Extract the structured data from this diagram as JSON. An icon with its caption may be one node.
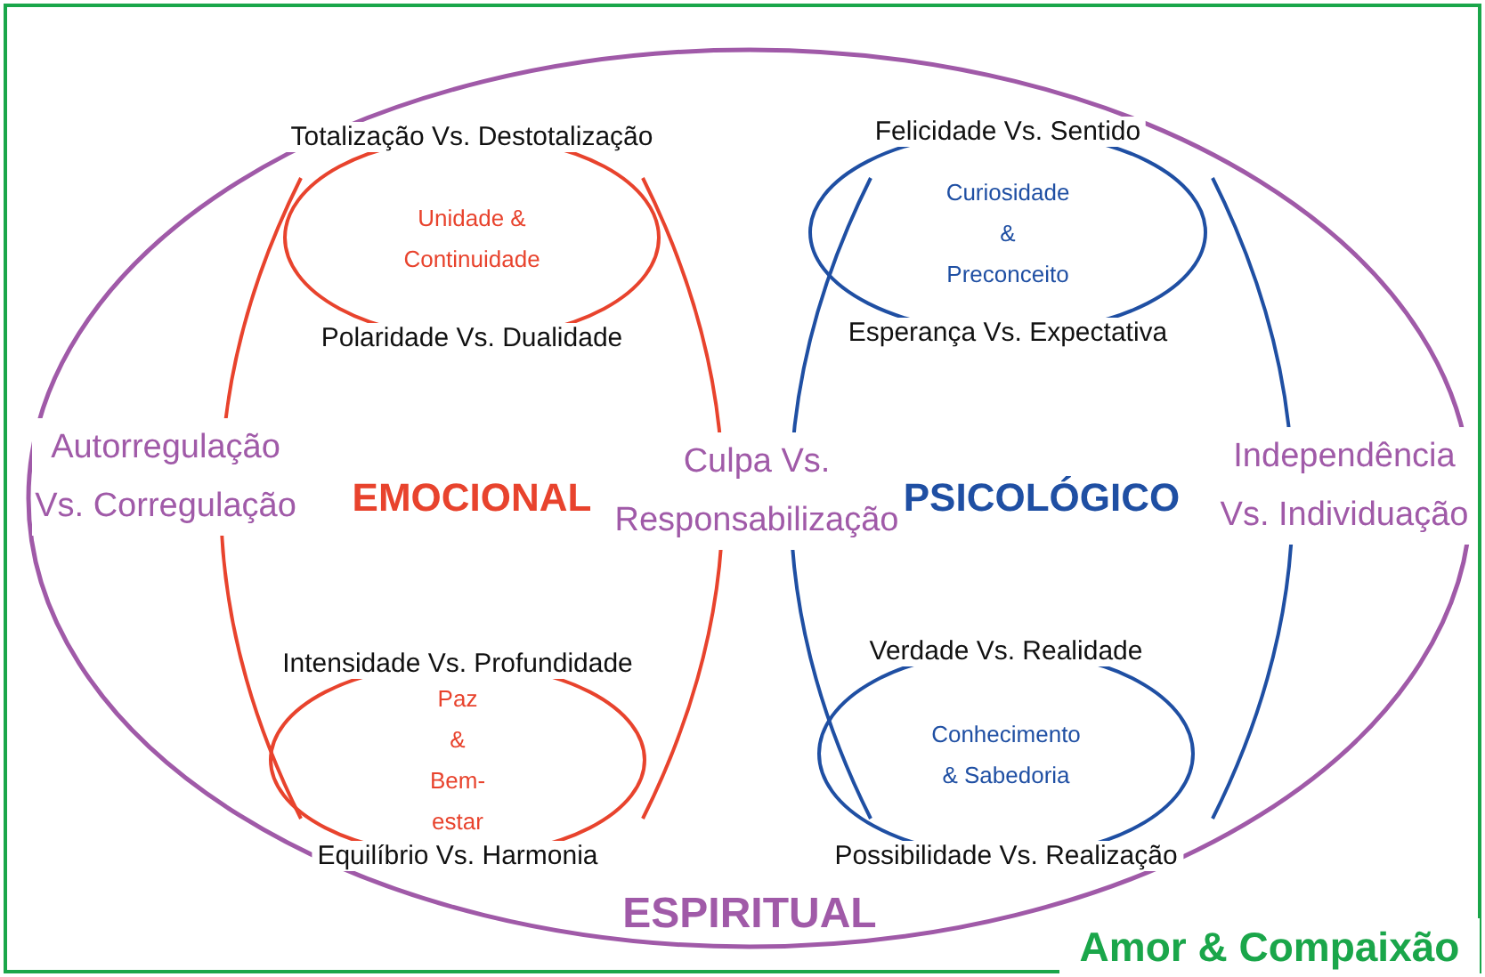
{
  "diagram": {
    "nodes": [
      {
        "text": [
          "ESPIRITUAL"
        ]
      },
      {
        "text": [
          "EMOCIONAL"
        ],
        "in": 0
      },
      {
        "text": [
          "PSICOLÓGICO"
        ],
        "in": 0
      },
      {
        "text": [
          "Totalização Vs. Destotalização",
          "Unidade & Continuidade",
          "Polaridade Vs. Dualidade"
        ],
        "in": 0
      },
      {
        "text": [
          "Felicidade Vs. Sentido",
          "Curiosidade & Preconceito",
          "Esperança Vs. Expectativa"
        ],
        "in": 0
      },
      {
        "text": [
          "Intensidade Vs. Profundidade",
          "Paz & Bem-estar",
          "Equilíbrio Vs. Harmonia"
        ],
        "in": 0
      },
      {
        "text": [
          "Verdade Vs. Realidade",
          "Conhecimento & Sabedoria",
          "Possibilidade Vs. Realização"
        ],
        "in": 0
      }
    ],
    "labels": [
      "Autorregulação Vs. Corregulação",
      "Culpa Vs. Responsabilização",
      "Independência Vs. Individuação",
      "Amor & Compaixão"
    ]
  }
}
